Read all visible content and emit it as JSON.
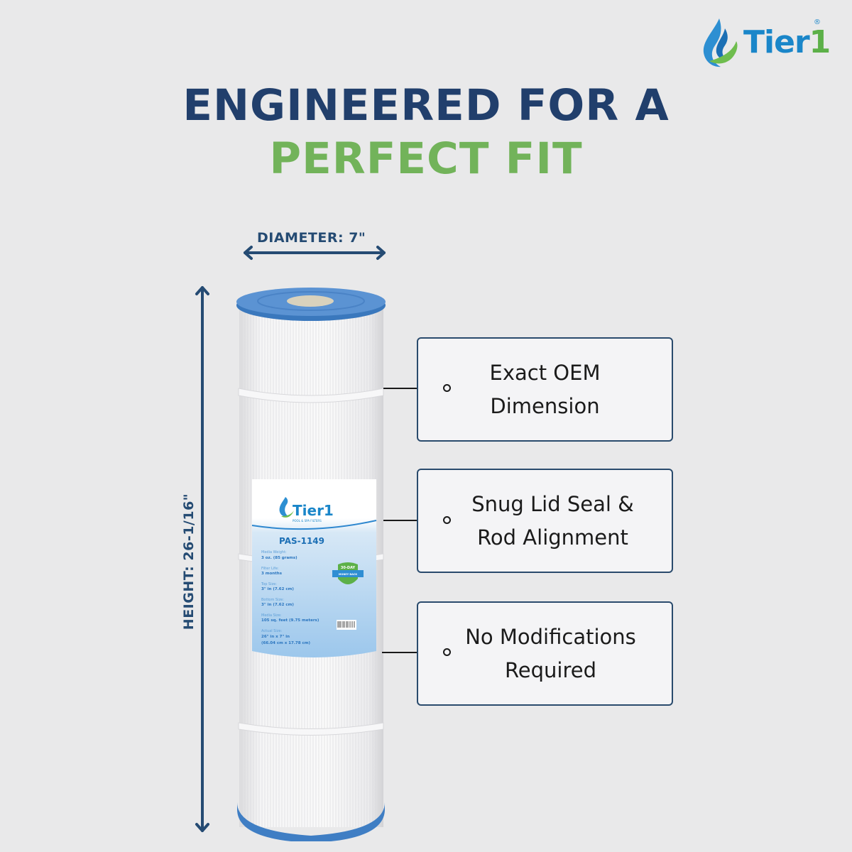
{
  "brand": {
    "name_main": "Tier",
    "name_num": "1",
    "registered": "®",
    "primary_color": "#1a86c9",
    "accent_color": "#5cb048",
    "icon": "water-drop-leaf-icon"
  },
  "headline": {
    "line1": "ENGINEERED FOR A",
    "line2": "PERFECT FIT",
    "line1_color": "#213f6c",
    "line2_color": "#72b35a"
  },
  "dimensions": {
    "diameter_label": "DIAMETER: 7\"",
    "height_label": "HEIGHT: 26-1/16\"",
    "color": "#254b73"
  },
  "product": {
    "type": "pool-filter-cartridge",
    "cap_color": "#3f7ec4",
    "label": {
      "brand": "Tier1",
      "brand_sub": "POOL & SPA FILTERS",
      "model": "PAS-1149",
      "specs": [
        {
          "name": "Media Weight:",
          "value": "3 oz. (85 grams)"
        },
        {
          "name": "Filter Life:",
          "value": "3 months"
        },
        {
          "name": "Top Size:",
          "value": "3\" in (7.62 cm)"
        },
        {
          "name": "Bottom Size:",
          "value": "3\" in (7.62 cm)"
        },
        {
          "name": "Media Size:",
          "value": "105 sq. feet (9.75 meters)"
        },
        {
          "name": "Actual Size:",
          "value": "26\" in x 7\" in"
        },
        {
          "name": "",
          "value": "(66.04 cm x 17.78 cm)"
        }
      ],
      "badge": {
        "top": "30-DAY",
        "bottom": "MONEY BACK GUARANTEE"
      }
    }
  },
  "callouts": [
    {
      "text": "Exact OEM\nDimension"
    },
    {
      "text": "Snug Lid Seal &\nRod Alignment"
    },
    {
      "text": "No Modifications\nRequired"
    }
  ]
}
